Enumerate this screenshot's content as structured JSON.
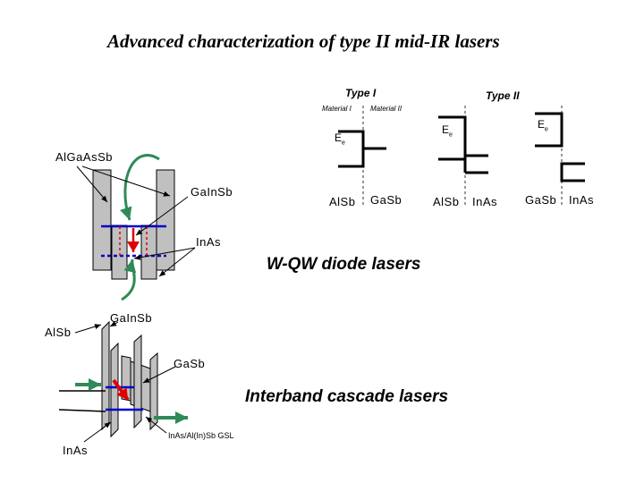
{
  "title": "Advanced characterization of type II mid-IR lasers",
  "type1": {
    "heading": "Type I",
    "material1": "Material I",
    "material2": "Material II",
    "energy_label": "E",
    "energy_sub": "e",
    "left_label": "AlSb",
    "right_label": "GaSb"
  },
  "type2": {
    "heading": "Type II",
    "energy_label": "E",
    "energy_sub": "e",
    "label_a": "AlSb",
    "label_b": "InAs",
    "label_c": "GaSb",
    "label_d": "InAs"
  },
  "wqw": {
    "heading": "W-QW diode lasers",
    "label_algaassb": "AlGaAsSb",
    "label_gainsb": "GaInSb",
    "label_inas": "InAs"
  },
  "cascade": {
    "heading": "Interband cascade lasers",
    "label_gainsb": "GaInSb",
    "label_alsb": "AlSb",
    "label_gasb": "GaSb",
    "label_gsl": "InAs/Al(In)Sb GSL",
    "label_inas": "InAs"
  },
  "colors": {
    "green": "#2e8b57",
    "red": "#e00000",
    "blue": "#0000c8",
    "gray": "#c0c0c0"
  }
}
